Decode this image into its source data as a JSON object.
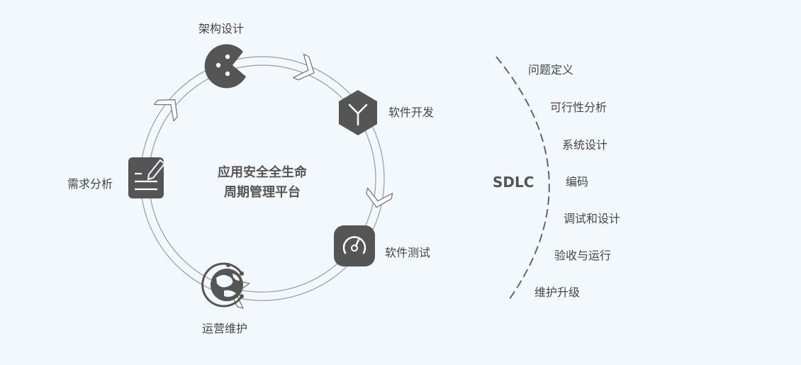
{
  "center_title": {
    "line1": "应用安全全生命",
    "line2": "周期管理平台"
  },
  "cycle": {
    "nodes": [
      {
        "label": "架构设计",
        "icon": "face-icon"
      },
      {
        "label": "软件开发",
        "icon": "hex-branch-icon"
      },
      {
        "label": "软件测试",
        "icon": "gauge-icon"
      },
      {
        "label": "运营维护",
        "icon": "globe-icon"
      },
      {
        "label": "需求分析",
        "icon": "notepad-icon"
      }
    ]
  },
  "sdlc": {
    "label": "SDLC",
    "steps": [
      "问题定义",
      "可行性分析",
      "系统设计",
      "编码",
      "调试和设计",
      "验收与运行",
      "维护升级"
    ]
  },
  "colors": {
    "background": "#f3f8fd",
    "icon": "#555555",
    "ring": "#9a9a9a"
  }
}
